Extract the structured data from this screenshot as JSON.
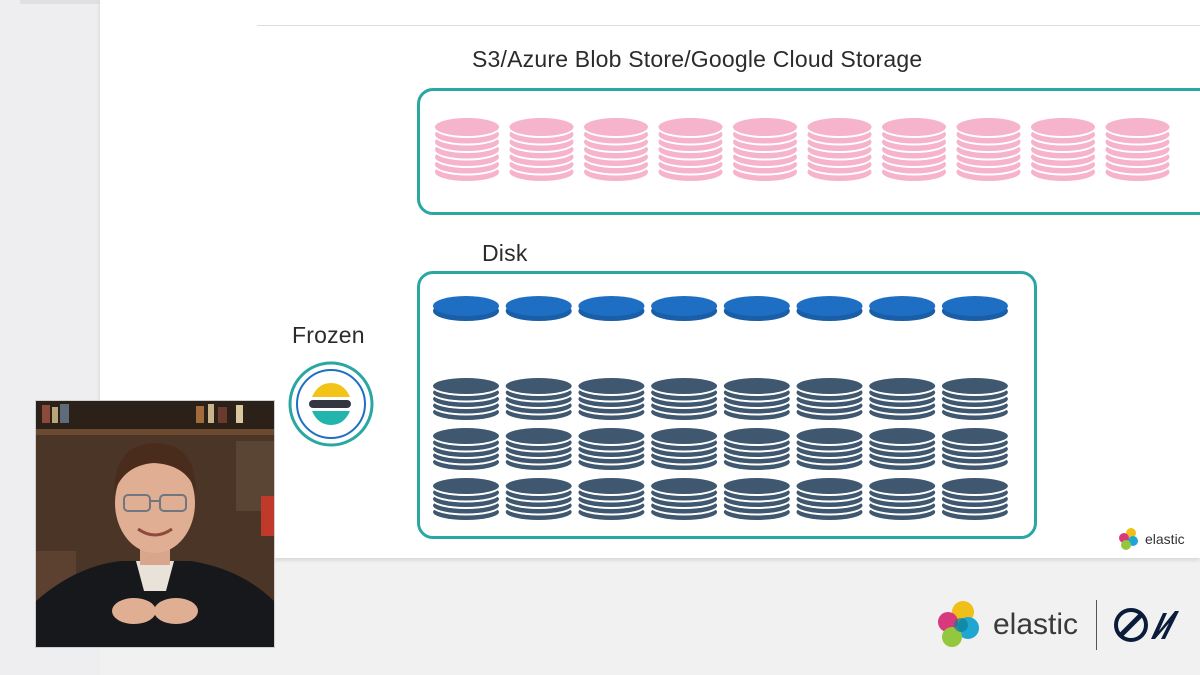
{
  "slide": {
    "s3_label": "S3/Azure Blob Store/Google Cloud Storage",
    "disk_label": "Disk",
    "frozen_label": "Frozen"
  },
  "colors": {
    "box_border": "#2aa7a3",
    "pink_disk": "#f6b3cc",
    "blue_disk": "#1e6fc4",
    "slate_disk": "#3f5870"
  },
  "watermark": {
    "text": "elastic"
  },
  "footer": {
    "brand_text": "elastic",
    "partner_icon": "partner-logo-icon"
  },
  "icons": [
    "frozen-tier-icon",
    "elastic-logo-icon",
    "pink-storage-stack-icon",
    "blue-disk-icon",
    "slate-disk-stack-icon"
  ]
}
